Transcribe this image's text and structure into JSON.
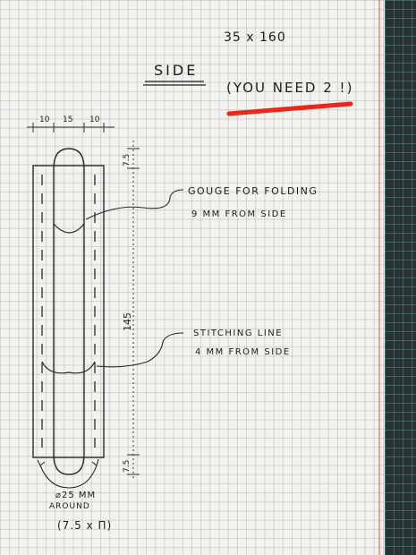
{
  "dimensions": "35 x 160",
  "title": "SIDE",
  "note": "(YOU NEED 2 !)",
  "accent_color": "#e8271d",
  "top_dims": [
    "10",
    "15",
    "10"
  ],
  "height_dims": [
    "7.5",
    "145",
    "7.5"
  ],
  "gouge": {
    "line1": "GOUGE FOR FOLDING",
    "line2": "9 MM FROM SIDE"
  },
  "stitch": {
    "line1": "STITCHING LINE",
    "line2": "4 MM FROM SIDE"
  },
  "radius": {
    "line1": "⌀25 MM",
    "line2": "AROUND"
  },
  "formula": "(7.5 x Π)"
}
